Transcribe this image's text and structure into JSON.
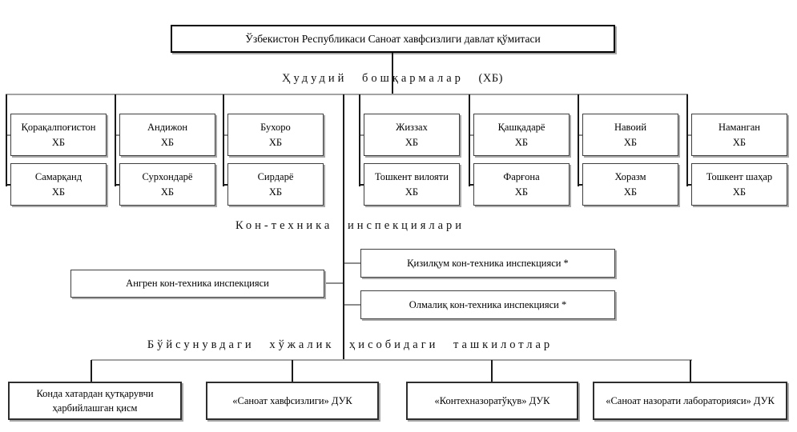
{
  "colors": {
    "ink": "#000000",
    "connector_gray": "#a3a3a3",
    "shadow": "#a8a8a8"
  },
  "top_box": {
    "title": "Ўзбекистон Республикаси Саноат хавфсизлиги давлат қўмитаси"
  },
  "territorial": {
    "heading": "Ҳудудий бошқармалар",
    "heading_suffix": "(ХБ)",
    "hb": "ХБ",
    "columns": [
      {
        "top": "Қорақалпоғистон",
        "bottom": "Самарқанд"
      },
      {
        "top": "Андижон",
        "bottom": "Сурхондарё"
      },
      {
        "top": "Бухоро",
        "bottom": "Сирдарё"
      },
      {
        "top": "Жиззах",
        "bottom": "Тошкент вилояти"
      },
      {
        "top": "Қашқадарё",
        "bottom": "Фарғона"
      },
      {
        "top": "Навоий",
        "bottom": "Хоразм"
      },
      {
        "top": "Наманган",
        "bottom": "Тошкент шаҳар"
      }
    ]
  },
  "inspections": {
    "heading": "Кон-техника инспекциялари",
    "left_box": "Ангрен кон-техника инспекцияси",
    "right_boxes": [
      "Қизилқум кон-техника инспекцияси *",
      "Олмалиқ кон-техника инспекцияси *"
    ]
  },
  "organizations": {
    "heading": "Бўйсунувдаги хўжалик ҳисобидаги ташкилотлар",
    "items": [
      {
        "line1": "Конда хатардан қутқарувчи",
        "line2": "ҳарбийлашган қисм"
      },
      {
        "line1": "«Саноат хавфсизлиги» ДУК",
        "line2": ""
      },
      {
        "line1": "«Контехназоратўқув» ДУК",
        "line2": ""
      },
      {
        "line1": "«Саноат назорати лабораторияси» ДУК",
        "line2": ""
      }
    ]
  }
}
